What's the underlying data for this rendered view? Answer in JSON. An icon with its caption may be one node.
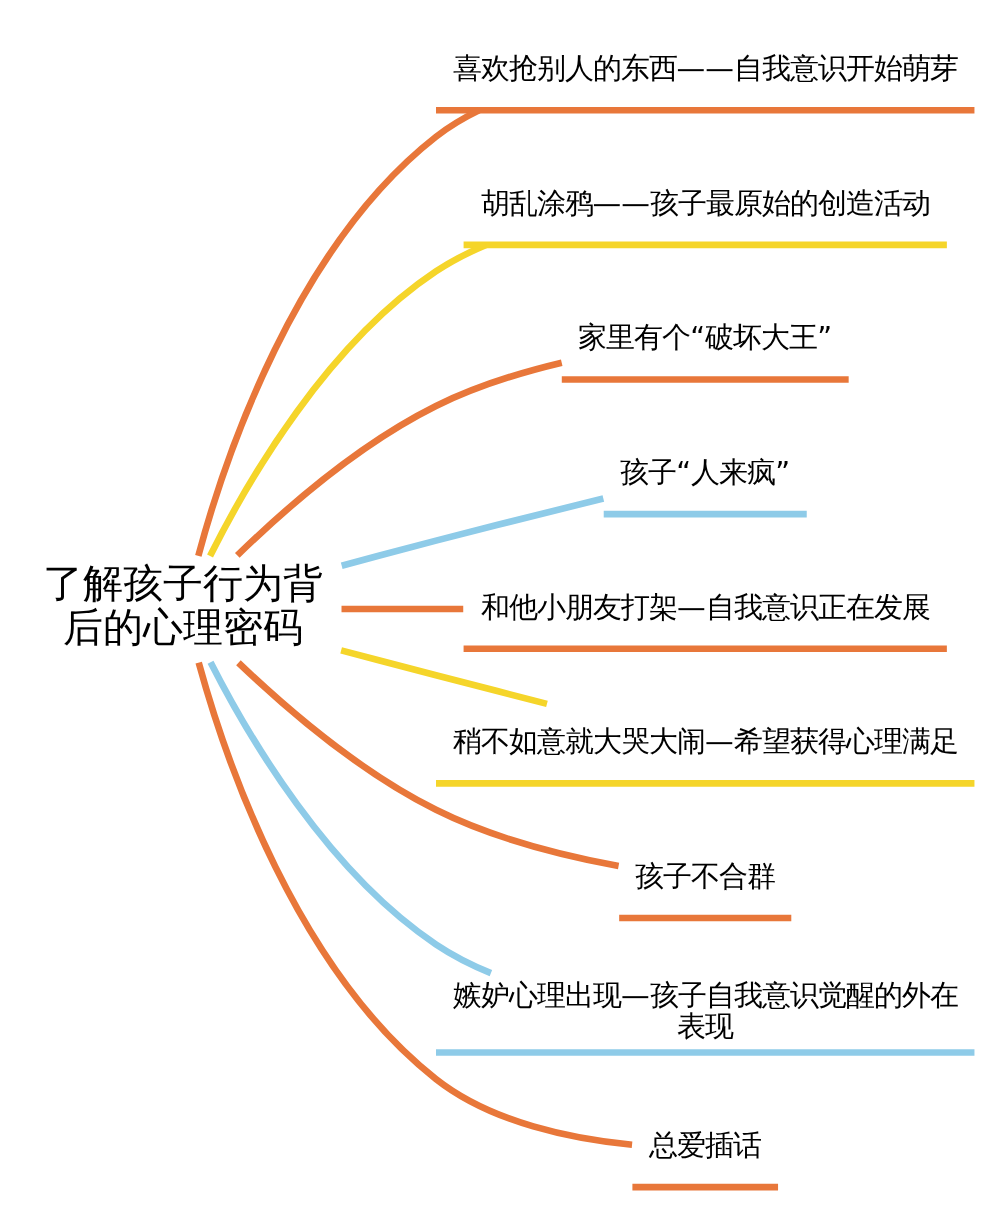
{
  "diagram": {
    "nodes": [
      {
        "text": [
          "了解孩子行为背后的心理密码"
        ]
      },
      {
        "text": [
          "喜欢抢别人的东西——自我意识开始萌芽"
        ]
      },
      {
        "text": [
          "胡乱涂鸦——孩子最原始的创造活动"
        ]
      },
      {
        "text": [
          "家里有个“破坏大王”"
        ]
      },
      {
        "text": [
          "孩子“人来疯”"
        ]
      },
      {
        "text": [
          "和他小朋友打架—自我意识正在发展"
        ]
      },
      {
        "text": [
          "稍不如意就大哭大闹—希望获得心理满足"
        ]
      },
      {
        "text": [
          "孩子不合群"
        ]
      },
      {
        "text": [
          "嫉妒心理出现—孩子自我意识觉醒的外在表现"
        ]
      },
      {
        "text": [
          "总爱插话"
        ]
      }
    ],
    "edges": [
      {
        "from": 0,
        "to": 1,
        "arrow": "none"
      },
      {
        "from": 0,
        "to": 2,
        "arrow": "none",
        "color": "#f5d52a"
      },
      {
        "from": 0,
        "to": 3,
        "arrow": "none"
      },
      {
        "from": 0,
        "to": 4,
        "arrow": "none",
        "color": "#8ecbe8"
      },
      {
        "from": 0,
        "to": 5,
        "arrow": "none"
      },
      {
        "from": 0,
        "to": 6,
        "arrow": "none",
        "color": "#f5d52a"
      },
      {
        "from": 0,
        "to": 7,
        "arrow": "none"
      },
      {
        "from": 0,
        "to": 8,
        "arrow": "none",
        "color": "#8ecbe8"
      },
      {
        "from": 0,
        "to": 9,
        "arrow": "none"
      }
    ]
  }
}
